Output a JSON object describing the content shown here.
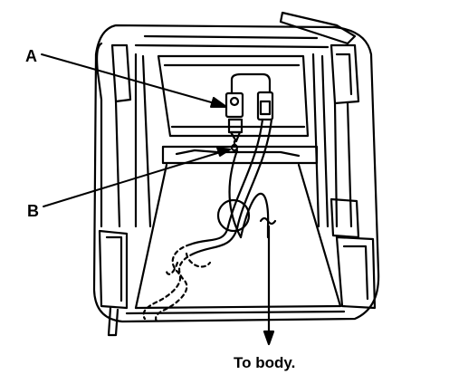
{
  "labels": {
    "a": "A",
    "b": "B",
    "to_body": "To body."
  },
  "colors": {
    "ink": "#000000",
    "paper": "#ffffff"
  }
}
